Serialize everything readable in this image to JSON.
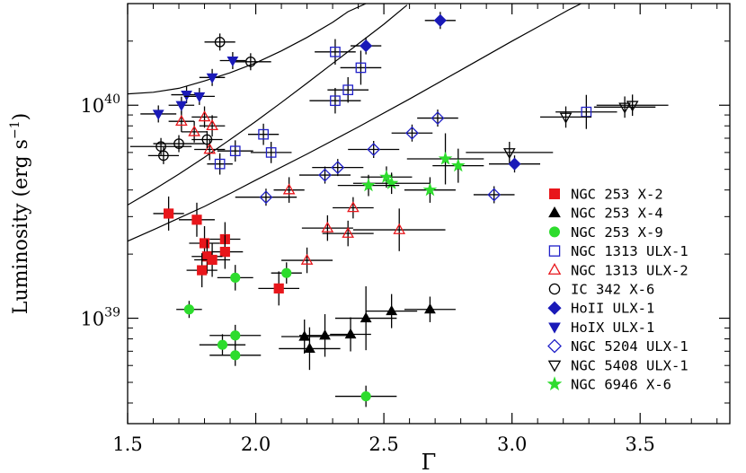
{
  "chart_data": {
    "type": "scatter",
    "xlabel": "Γ",
    "ylabel_main": "Luminosity (erg s",
    "ylabel_sup": "−1",
    "ylabel_close": ")",
    "xlim": [
      1.5,
      3.85
    ],
    "ylim": [
      3.2e+38,
      3e+40
    ],
    "y_scale": "log",
    "x_ticks": [
      1.5,
      2.0,
      2.5,
      3.0,
      3.5
    ],
    "x_tick_labels": [
      "1.5",
      "2.0",
      "2.5",
      "3.0",
      "3.5"
    ],
    "y_major_ticks": [
      1e+39,
      1e+40
    ],
    "y_major_labels": [
      {
        "base": "10",
        "exp": "39"
      },
      {
        "base": "10",
        "exp": "40"
      }
    ],
    "legend_position": "lower-right",
    "series": [
      {
        "name": "NGC 253 X-2",
        "marker": "square",
        "filled": true,
        "color": "#e8161b",
        "points": [
          {
            "x": 1.66,
            "y": 3.1e+39,
            "xerr": 0.06,
            "yerr": 0.08
          },
          {
            "x": 1.77,
            "y": 2.9e+39,
            "xerr": 0.07,
            "yerr": 0.08
          },
          {
            "x": 1.88,
            "y": 2.35e+39,
            "xerr": 0.06,
            "yerr": 0.08
          },
          {
            "x": 1.8,
            "y": 2.25e+39,
            "xerr": 0.06,
            "yerr": 0.08
          },
          {
            "x": 1.88,
            "y": 2.05e+39,
            "xerr": 0.07,
            "yerr": 0.08
          },
          {
            "x": 1.81,
            "y": 1.95e+39,
            "xerr": 0.06,
            "yerr": 0.08
          },
          {
            "x": 1.83,
            "y": 1.88e+39,
            "xerr": 0.07,
            "yerr": 0.08
          },
          {
            "x": 1.79,
            "y": 1.68e+39,
            "xerr": 0.06,
            "yerr": 0.08
          },
          {
            "x": 2.09,
            "y": 1.38e+39,
            "xerr": 0.08,
            "yerr": 0.08
          }
        ]
      },
      {
        "name": "NGC 253 X-4",
        "marker": "triangle-up",
        "filled": true,
        "color": "#000000",
        "points": [
          {
            "x": 2.19,
            "y": 8.2e+38,
            "xerr": 0.09,
            "yerr": 0.08
          },
          {
            "x": 2.27,
            "y": 8.3e+38,
            "xerr": 0.1,
            "yerr": 0.1
          },
          {
            "x": 2.37,
            "y": 8.4e+38,
            "xerr": 0.08,
            "yerr": 0.08
          },
          {
            "x": 2.21,
            "y": 7.2e+38,
            "xerr": 0.12,
            "yerr": 0.1
          },
          {
            "x": 2.43,
            "y": 1e+39,
            "xerr": 0.12,
            "yerr": 0.15
          },
          {
            "x": 2.53,
            "y": 1.08e+39,
            "xerr": 0.1,
            "yerr": 0.08
          },
          {
            "x": 2.68,
            "y": 1.1e+39,
            "xerr": 0.1,
            "yerr": 0.06
          }
        ]
      },
      {
        "name": "NGC 253 X-9",
        "marker": "circle",
        "filled": true,
        "color": "#2ddc2d",
        "points": [
          {
            "x": 1.74,
            "y": 1.1e+39,
            "xerr": 0.05,
            "yerr": 0.04
          },
          {
            "x": 1.92,
            "y": 1.55e+39,
            "xerr": 0.07,
            "yerr": 0.06
          },
          {
            "x": 2.12,
            "y": 1.63e+39,
            "xerr": 0.06,
            "yerr": 0.05
          },
          {
            "x": 1.92,
            "y": 8.3e+38,
            "xerr": 0.1,
            "yerr": 0.05
          },
          {
            "x": 1.87,
            "y": 7.5e+38,
            "xerr": 0.09,
            "yerr": 0.05
          },
          {
            "x": 1.92,
            "y": 6.7e+38,
            "xerr": 0.1,
            "yerr": 0.05
          },
          {
            "x": 2.43,
            "y": 4.3e+38,
            "xerr": 0.12,
            "yerr": 0.05
          }
        ]
      },
      {
        "name": "NGC 1313 ULX-1",
        "marker": "square",
        "filled": false,
        "color": "#2020c8",
        "points": [
          {
            "x": 2.31,
            "y": 1.78e+40,
            "xerr": 0.08,
            "yerr": 0.06
          },
          {
            "x": 2.41,
            "y": 1.5e+40,
            "xerr": 0.08,
            "yerr": 0.08
          },
          {
            "x": 2.36,
            "y": 1.18e+40,
            "xerr": 0.08,
            "yerr": 0.06
          },
          {
            "x": 2.31,
            "y": 1.05e+40,
            "xerr": 0.1,
            "yerr": 0.06
          },
          {
            "x": 2.03,
            "y": 7.3e+39,
            "xerr": 0.06,
            "yerr": 0.05
          },
          {
            "x": 1.92,
            "y": 6.1e+39,
            "xerr": 0.07,
            "yerr": 0.05
          },
          {
            "x": 2.06,
            "y": 6e+39,
            "xerr": 0.08,
            "yerr": 0.05
          },
          {
            "x": 1.86,
            "y": 5.3e+39,
            "xerr": 0.05,
            "yerr": 0.05
          },
          {
            "x": 3.29,
            "y": 9.3e+39,
            "xerr": 0.12,
            "yerr": 0.08
          }
        ]
      },
      {
        "name": "NGC 1313 ULX-2",
        "marker": "triangle-up",
        "filled": false,
        "color": "#e8161b",
        "points": [
          {
            "x": 1.8,
            "y": 8.8e+39,
            "xerr": 0.05,
            "yerr": 0.05
          },
          {
            "x": 1.71,
            "y": 8.4e+39,
            "xerr": 0.05,
            "yerr": 0.05
          },
          {
            "x": 1.83,
            "y": 8e+39,
            "xerr": 0.05,
            "yerr": 0.05
          },
          {
            "x": 1.76,
            "y": 7.5e+39,
            "xerr": 0.05,
            "yerr": 0.05
          },
          {
            "x": 1.82,
            "y": 6.2e+39,
            "xerr": 0.06,
            "yerr": 0.05
          },
          {
            "x": 2.13,
            "y": 4e+39,
            "xerr": 0.06,
            "yerr": 0.06
          },
          {
            "x": 2.38,
            "y": 3.3e+39,
            "xerr": 0.08,
            "yerr": 0.05
          },
          {
            "x": 2.28,
            "y": 2.65e+39,
            "xerr": 0.1,
            "yerr": 0.06
          },
          {
            "x": 2.36,
            "y": 2.5e+39,
            "xerr": 0.1,
            "yerr": 0.06
          },
          {
            "x": 2.56,
            "y": 2.6e+39,
            "xerr": 0.18,
            "yerr": 0.1
          },
          {
            "x": 2.2,
            "y": 1.87e+39,
            "xerr": 0.1,
            "yerr": 0.06
          }
        ]
      },
      {
        "name": "IC 342 X-6",
        "marker": "circle",
        "filled": false,
        "color": "#000000",
        "points": [
          {
            "x": 1.86,
            "y": 1.98e+40,
            "xerr": 0.06,
            "yerr": 0.04
          },
          {
            "x": 1.98,
            "y": 1.6e+40,
            "xerr": 0.08,
            "yerr": 0.04
          },
          {
            "x": 1.81,
            "y": 6.9e+39,
            "xerr": 0.06,
            "yerr": 0.04
          },
          {
            "x": 1.7,
            "y": 6.6e+39,
            "xerr": 0.1,
            "yerr": 0.04
          },
          {
            "x": 1.63,
            "y": 6.4e+39,
            "xerr": 0.12,
            "yerr": 0.04
          },
          {
            "x": 1.64,
            "y": 5.8e+39,
            "xerr": 0.06,
            "yerr": 0.04
          }
        ]
      },
      {
        "name": "HoII ULX-1",
        "marker": "diamond",
        "filled": true,
        "color": "#1a1ab8",
        "points": [
          {
            "x": 2.72,
            "y": 2.5e+40,
            "xerr": 0.06,
            "yerr": 0.04
          },
          {
            "x": 2.43,
            "y": 1.9e+40,
            "xerr": 0.06,
            "yerr": 0.04
          },
          {
            "x": 3.01,
            "y": 5.3e+39,
            "xerr": 0.1,
            "yerr": 0.04
          }
        ]
      },
      {
        "name": "HoIX ULX-1",
        "marker": "triangle-down",
        "filled": true,
        "color": "#1a1ab8",
        "points": [
          {
            "x": 1.91,
            "y": 1.62e+40,
            "xerr": 0.05,
            "yerr": 0.04
          },
          {
            "x": 1.83,
            "y": 1.35e+40,
            "xerr": 0.05,
            "yerr": 0.04
          },
          {
            "x": 1.73,
            "y": 1.12e+40,
            "xerr": 0.06,
            "yerr": 0.04
          },
          {
            "x": 1.78,
            "y": 1.1e+40,
            "xerr": 0.06,
            "yerr": 0.04
          },
          {
            "x": 1.71,
            "y": 1e+40,
            "xerr": 0.05,
            "yerr": 0.04
          },
          {
            "x": 1.62,
            "y": 9.1e+39,
            "xerr": 0.07,
            "yerr": 0.04
          }
        ]
      },
      {
        "name": "NGC 5204 ULX-1",
        "marker": "diamond",
        "filled": false,
        "color": "#2020c8",
        "points": [
          {
            "x": 2.71,
            "y": 8.7e+39,
            "xerr": 0.08,
            "yerr": 0.04
          },
          {
            "x": 2.61,
            "y": 7.4e+39,
            "xerr": 0.08,
            "yerr": 0.04
          },
          {
            "x": 2.46,
            "y": 6.2e+39,
            "xerr": 0.1,
            "yerr": 0.04
          },
          {
            "x": 2.32,
            "y": 5.1e+39,
            "xerr": 0.1,
            "yerr": 0.04
          },
          {
            "x": 2.27,
            "y": 4.7e+39,
            "xerr": 0.1,
            "yerr": 0.04
          },
          {
            "x": 2.04,
            "y": 3.7e+39,
            "xerr": 0.12,
            "yerr": 0.04
          },
          {
            "x": 2.93,
            "y": 3.8e+39,
            "xerr": 0.08,
            "yerr": 0.04
          }
        ]
      },
      {
        "name": "NGC 5408 ULX-1",
        "marker": "triangle-down",
        "filled": false,
        "color": "#000000",
        "points": [
          {
            "x": 3.47,
            "y": 1e+40,
            "xerr": 0.14,
            "yerr": 0.05
          },
          {
            "x": 3.44,
            "y": 9.8e+39,
            "xerr": 0.12,
            "yerr": 0.05
          },
          {
            "x": 3.21,
            "y": 8.8e+39,
            "xerr": 0.1,
            "yerr": 0.05
          },
          {
            "x": 2.99,
            "y": 6e+39,
            "xerr": 0.17,
            "yerr": 0.05
          }
        ]
      },
      {
        "name": "NGC 6946 X-6",
        "marker": "star",
        "filled": true,
        "color": "#2ddc2d",
        "points": [
          {
            "x": 2.74,
            "y": 5.6e+39,
            "xerr": 0.15,
            "yerr": 0.12
          },
          {
            "x": 2.79,
            "y": 5.2e+39,
            "xerr": 0.1,
            "yerr": 0.08
          },
          {
            "x": 2.51,
            "y": 4.6e+39,
            "xerr": 0.1,
            "yerr": 0.05
          },
          {
            "x": 2.53,
            "y": 4.3e+39,
            "xerr": 0.15,
            "yerr": 0.05
          },
          {
            "x": 2.44,
            "y": 4.2e+39,
            "xerr": 0.12,
            "yerr": 0.05
          },
          {
            "x": 2.68,
            "y": 4e+39,
            "xerr": 0.1,
            "yerr": 0.06
          }
        ]
      }
    ],
    "curves": [
      [
        [
          1.5,
          1.13e+40
        ],
        [
          1.6,
          1.15e+40
        ],
        [
          1.7,
          1.2e+40
        ],
        [
          1.8,
          1.3e+40
        ],
        [
          1.9,
          1.42e+40
        ],
        [
          2.0,
          1.58e+40
        ],
        [
          2.1,
          1.8e+40
        ],
        [
          2.2,
          2.08e+40
        ],
        [
          2.3,
          2.45e+40
        ],
        [
          2.36,
          2.75e+40
        ],
        [
          2.43,
          3e+40
        ]
      ],
      [
        [
          1.5,
          3.4e+39
        ],
        [
          1.6,
          4e+39
        ],
        [
          1.7,
          4.75e+39
        ],
        [
          1.8,
          5.7e+39
        ],
        [
          1.9,
          6.9e+39
        ],
        [
          2.0,
          8.4e+39
        ],
        [
          2.1,
          1.03e+40
        ],
        [
          2.2,
          1.27e+40
        ],
        [
          2.3,
          1.57e+40
        ],
        [
          2.4,
          1.94e+40
        ],
        [
          2.5,
          2.4e+40
        ],
        [
          2.59,
          2.95e+40
        ]
      ],
      [
        [
          1.5,
          2.3e+39
        ],
        [
          1.6,
          2.6e+39
        ],
        [
          1.7,
          2.95e+39
        ],
        [
          1.8,
          3.35e+39
        ],
        [
          1.9,
          3.85e+39
        ],
        [
          2.0,
          4.45e+39
        ],
        [
          2.2,
          5.9e+39
        ],
        [
          2.4,
          7.9e+39
        ],
        [
          2.6,
          1.07e+40
        ],
        [
          2.8,
          1.46e+40
        ],
        [
          3.0,
          2e+40
        ],
        [
          3.1,
          2.33e+40
        ],
        [
          3.22,
          2.8e+40
        ],
        [
          3.27,
          3e+40
        ]
      ]
    ]
  }
}
